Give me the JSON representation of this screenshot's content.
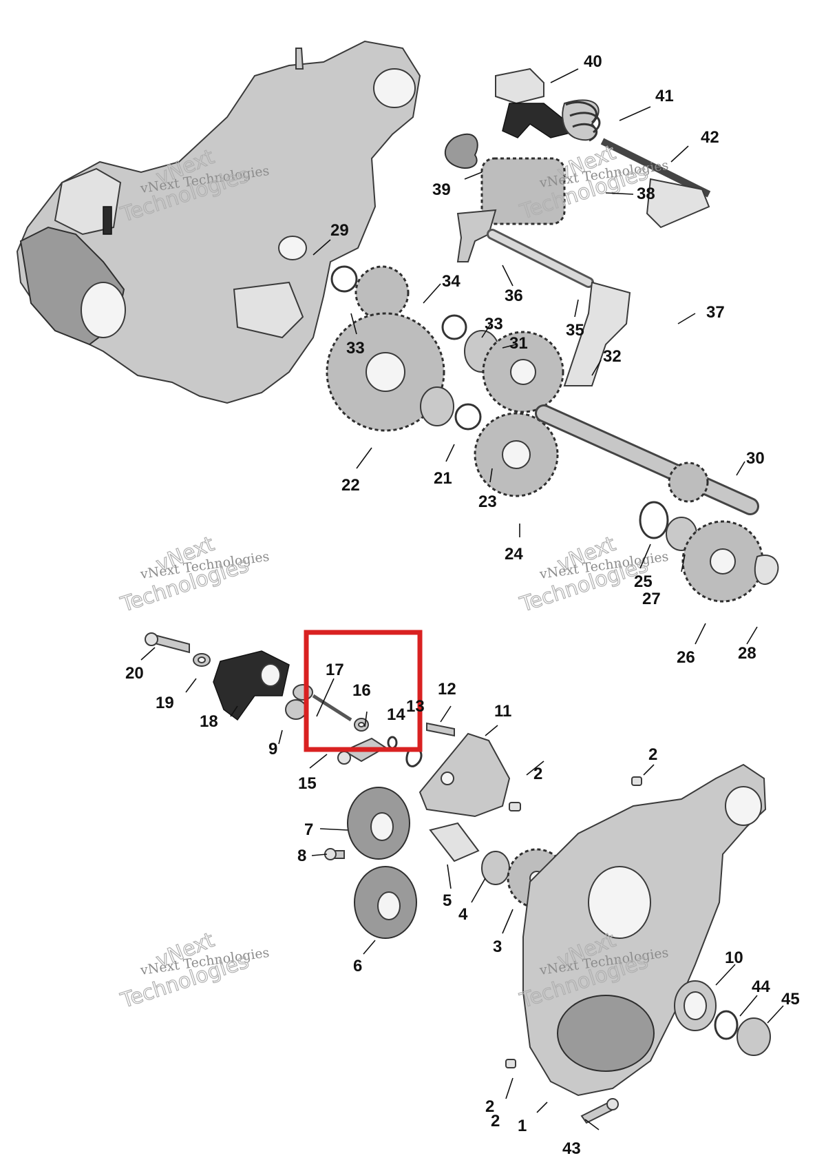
{
  "watermark": {
    "line1": "vNext Technologies",
    "line2": "vNext",
    "line3": "Technologies"
  },
  "callouts": [
    "40",
    "41",
    "42",
    "39",
    "38",
    "29",
    "34",
    "36",
    "37",
    "33",
    "35",
    "33",
    "31",
    "32",
    "22",
    "21",
    "23",
    "30",
    "24",
    "25",
    "27",
    "26",
    "28",
    "20",
    "19",
    "18",
    "17",
    "16",
    "12",
    "13",
    "14",
    "11",
    "9",
    "15",
    "2",
    "2",
    "7",
    "8",
    "5",
    "4",
    "3",
    "6",
    "2",
    "10",
    "44",
    "45",
    "2",
    "1",
    "43"
  ],
  "highlight": {
    "color": "#d92121"
  }
}
